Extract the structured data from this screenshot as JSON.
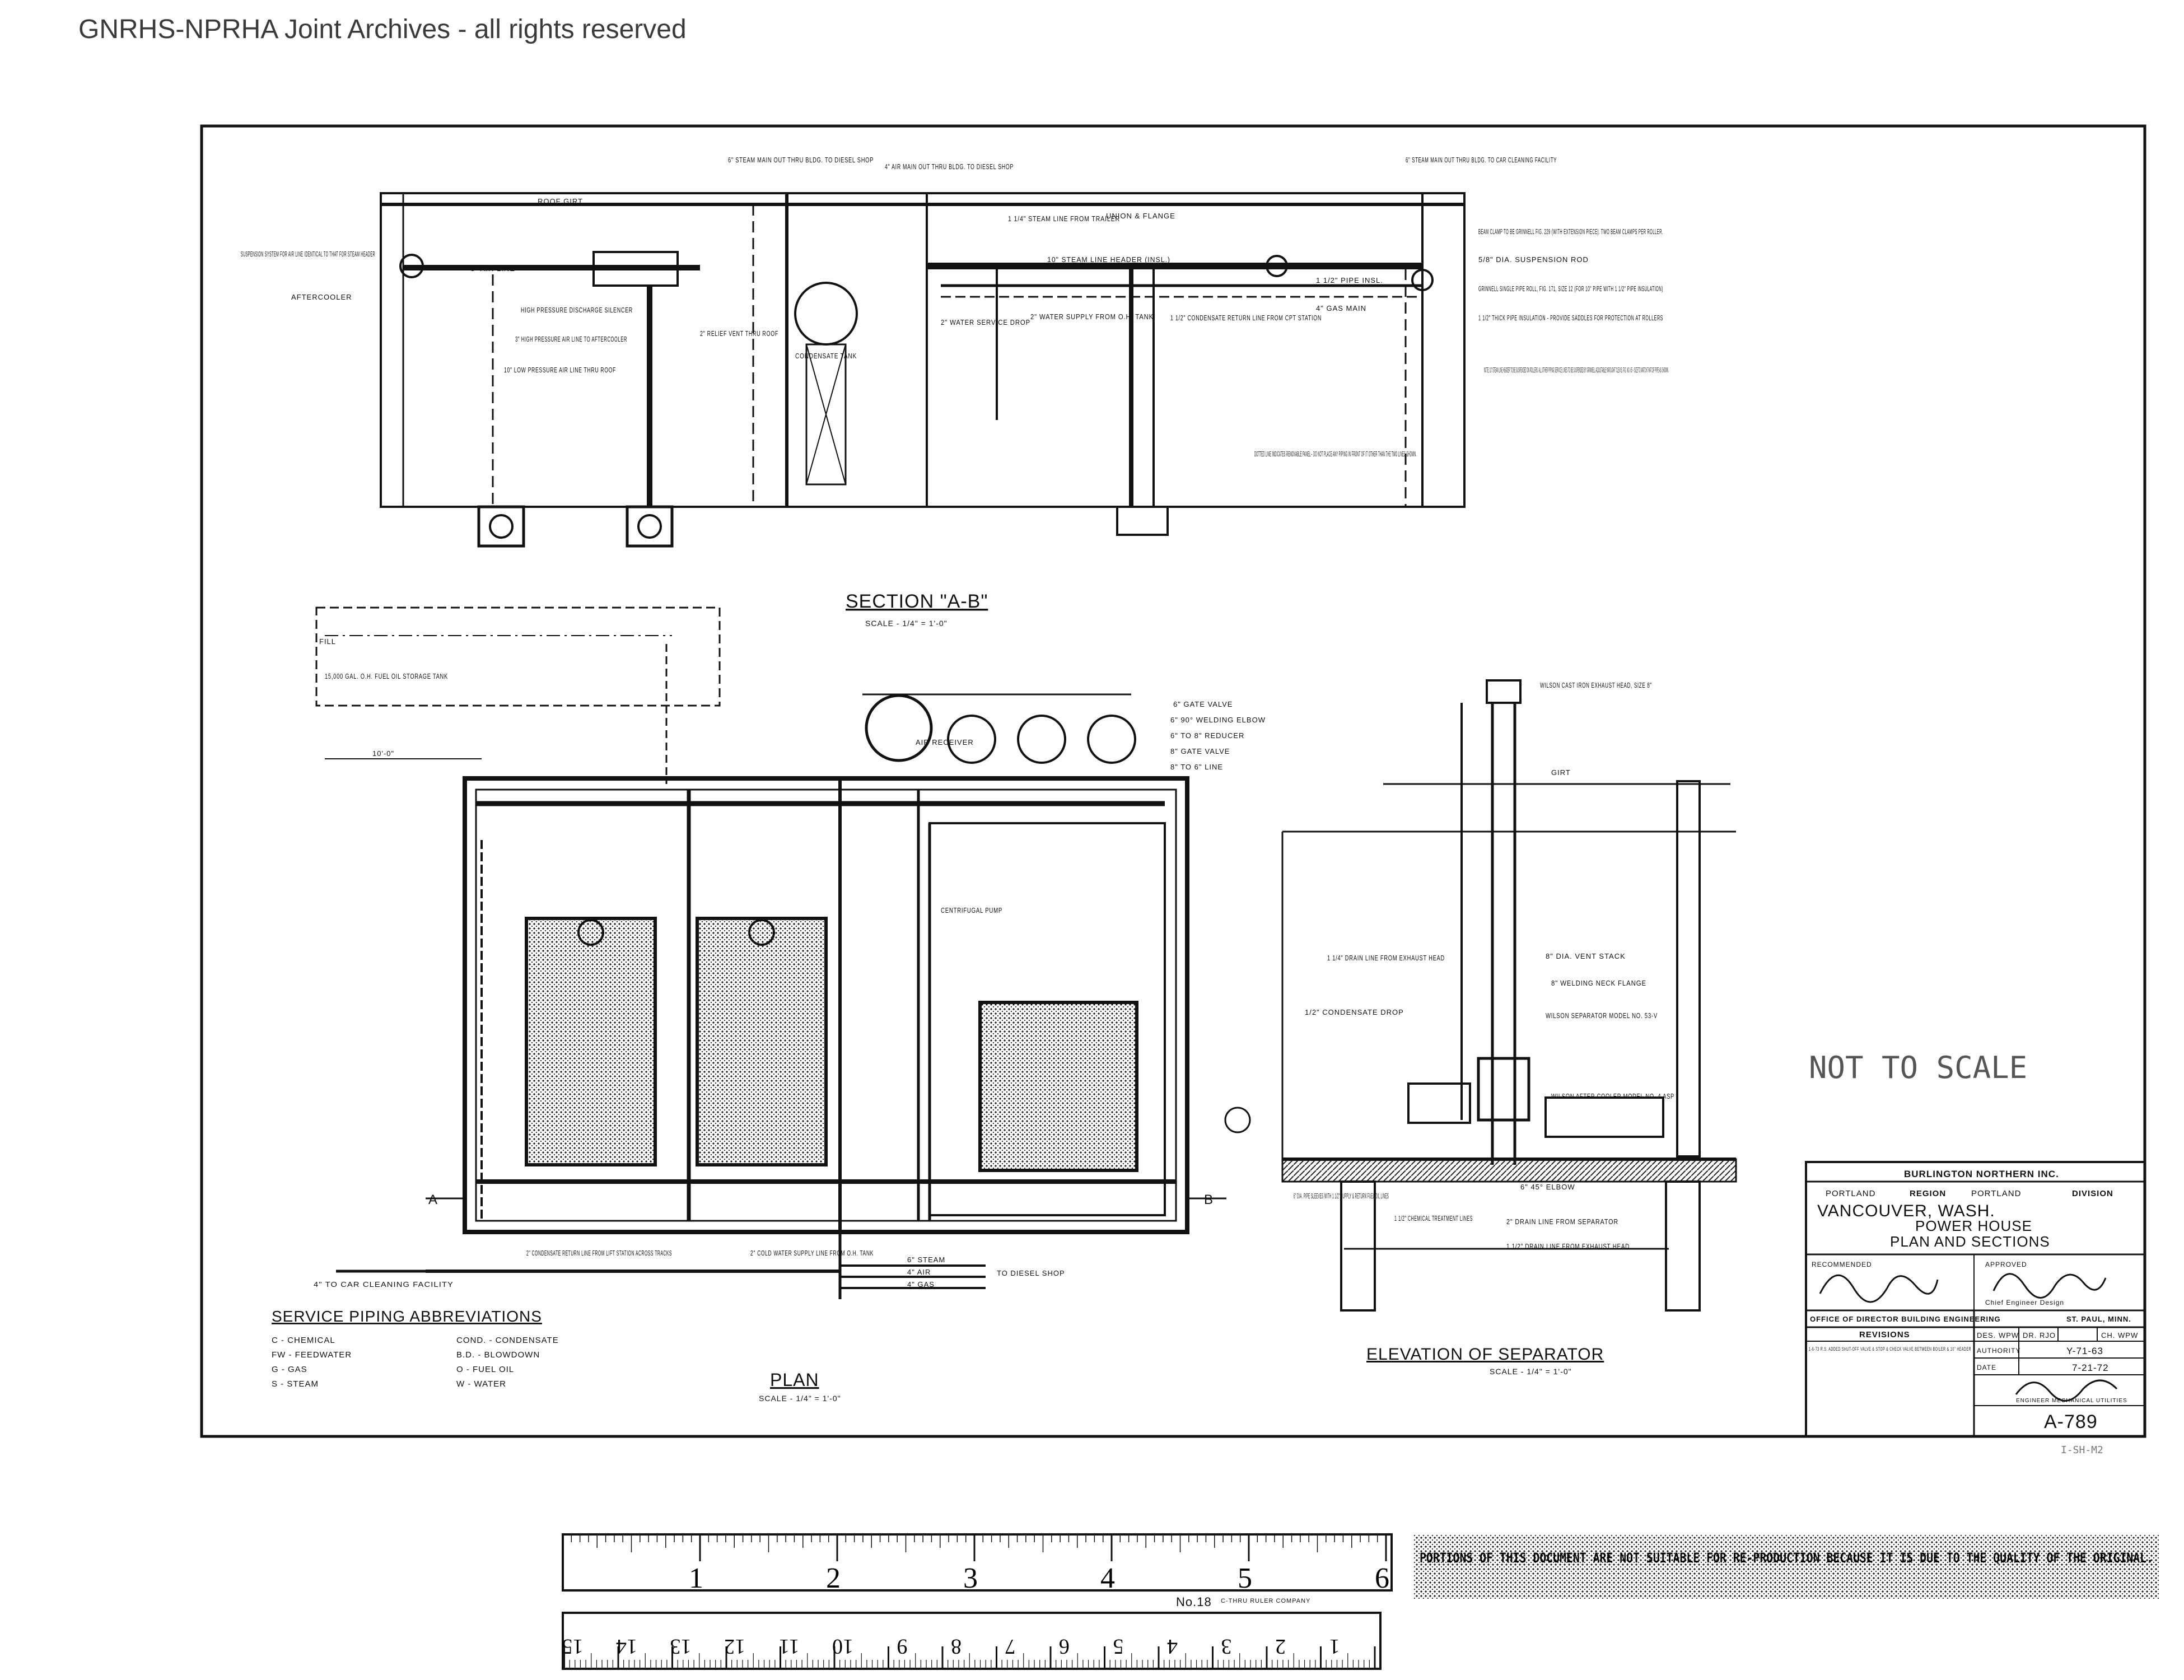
{
  "watermark": "GNRHS-NPRHA Joint Archives - all rights reserved",
  "drawing": {
    "section_ab": {
      "title": "SECTION \"A-B\"",
      "scale": "SCALE - 1/4\" = 1'-0\"",
      "callouts": [
        {
          "text": "ROOF GIRT"
        },
        {
          "text": "SUSPENSION SYSTEM FOR AIR LINE IDENTICAL TO THAT FOR STEAM HEADER"
        },
        {
          "text": "AFTERCOOLER"
        },
        {
          "text": "6\" AIR LINE"
        },
        {
          "text": "HIGH PRESSURE DISCHARGE SILENCER"
        },
        {
          "text": "3\" HIGH PRESSURE AIR LINE TO AFTERCOOLER"
        },
        {
          "text": "10\" LOW PRESSURE AIR LINE THRU ROOF"
        },
        {
          "text": "2\" RELIEF VENT THRU ROOF"
        },
        {
          "text": "6\" STEAM MAIN OUT THRU BLDG. TO DIESEL SHOP"
        },
        {
          "text": "4\" AIR MAIN OUT THRU BLDG. TO DIESEL SHOP"
        },
        {
          "text": "CONDENSATE TANK"
        },
        {
          "text": "2\" WATER SERVICE DROP"
        },
        {
          "text": "2\" WATER SUPPLY FROM O.H. TANK"
        },
        {
          "text": "1 1/4\" STEAM LINE FROM TRAILER"
        },
        {
          "text": "UNION & FLANGE"
        },
        {
          "text": "10\" STEAM LINE HEADER (INSL.)"
        },
        {
          "text": "1 1/2\" CONDENSATE RETURN LINE FROM CPT STATION"
        },
        {
          "text": "6\" STEAM MAIN OUT THRU BLDG. TO CAR CLEANING FACILITY"
        },
        {
          "text": "BEAM CLAMP TO BE GRINNELL FIG. 229 (WITH EXTENSION PIECE). TWO BEAM CLAMPS PER ROLLER."
        },
        {
          "text": "5/8\" DIA. SUSPENSION ROD"
        },
        {
          "text": "GRINNELL SINGLE PIPE ROLL, FIG. 171, SIZE 12 (FOR 10\" PIPE WITH 1 1/2\" PIPE INSULATION)"
        },
        {
          "text": "1 1/2\" THICK PIPE INSULATION - PROVIDE SADDLES FOR PROTECTION AT ROLLERS"
        },
        {
          "text": "4\" GAS MAIN"
        },
        {
          "text": "1 1/2\" PIPE INSL."
        },
        {
          "text": "NOTE: 10\" STEAM LINE HEADER TO BE SUSPENDED ON ROLLERS. ALL OTHER PIPING SERVICE LINES TO BE SUSPENDED BY GRINNELL ADJUSTABLE WROUGHT CLEVIS, FIG. NO. 65 - SIZE TO MATCH THAT OF PIPE AS SHOWN."
        },
        {
          "text": "DOTTED LINE INDICATES REMOVABLE PANEL - DO NOT PLACE ANY PIPING IN FRONT OF IT OTHER THAN THE TWO LINES SHOWN."
        }
      ]
    },
    "plan": {
      "title": "PLAN",
      "scale": "SCALE - 1/4\" = 1'-0\"",
      "callouts": [
        {
          "text": "FILL"
        },
        {
          "text": "15,000 GAL. O.H. FUEL OIL STORAGE TANK"
        },
        {
          "text": "10'-0\""
        },
        {
          "text": "AIR RECEIVER"
        },
        {
          "text": "6\" GATE VALVE"
        },
        {
          "text": "6\" 90° WELDING ELBOW"
        },
        {
          "text": "6\" TO 8\" REDUCER"
        },
        {
          "text": "8\" GATE VALVE"
        },
        {
          "text": "8\" TO 6\" LINE"
        },
        {
          "text": "CENTRIFUGAL PUMP"
        },
        {
          "text": "4\" TO CAR CLEANING FACILITY"
        },
        {
          "text": "2\" CONDENSATE RETURN LINE FROM LIFT STATION ACROSS TRACKS"
        },
        {
          "text": "2\" COLD WATER SUPPLY LINE FROM O.H. TANK"
        },
        {
          "text": "6\" STEAM"
        },
        {
          "text": "4\" AIR"
        },
        {
          "text": "4\" GAS"
        },
        {
          "text": "TO DIESEL SHOP"
        }
      ]
    },
    "elevation": {
      "title": "ELEVATION OF SEPARATOR",
      "scale": "SCALE - 1/4\" = 1'-0\"",
      "callouts": [
        {
          "text": "WILSON CAST IRON EXHAUST HEAD, SIZE 8\""
        },
        {
          "text": "GIRT"
        },
        {
          "text": "1 1/4\" DRAIN LINE FROM EXHAUST HEAD"
        },
        {
          "text": "8\" DIA. VENT STACK"
        },
        {
          "text": "8\" WELDING NECK FLANGE"
        },
        {
          "text": "WILSON SEPARATOR MODEL NO. 53-V"
        },
        {
          "text": "1/2\" CONDENSATE DROP"
        },
        {
          "text": "WILSON AFTER COOLER MODEL NO. 4 ASP"
        },
        {
          "text": "6\" DIA. PIPE SLEEVES WITH 1 1/2\" SUPPLY & RETURN FUEL OIL LINES"
        },
        {
          "text": "1 1/2\" CHEMICAL TREATMENT LINES"
        },
        {
          "text": "6\" 45° ELBOW"
        },
        {
          "text": "2\" DRAIN LINE FROM SEPARATOR"
        },
        {
          "text": "1 1/2\" DRAIN LINE FROM EXHAUST HEAD"
        }
      ]
    },
    "marks": {
      "section_left": "A",
      "section_right": "B"
    },
    "abbreviations": {
      "title": "SERVICE PIPING ABBREVIATIONS",
      "items": [
        {
          "label": "C - CHEMICAL"
        },
        {
          "label": "COND. - CONDENSATE"
        },
        {
          "label": "FW - FEEDWATER"
        },
        {
          "label": "B.D. - BLOWDOWN"
        },
        {
          "label": "G - GAS"
        },
        {
          "label": "O - FUEL OIL"
        },
        {
          "label": "S - STEAM"
        },
        {
          "label": "W - WATER"
        }
      ]
    },
    "stamp": "NOT TO SCALE",
    "title_block": {
      "company": "BURLINGTON NORTHERN INC.",
      "region_left": "PORTLAND",
      "region_label": "REGION",
      "division_left": "PORTLAND",
      "division_label": "DIVISION",
      "title_line1": "VANCOUVER, WASH.",
      "title_line2": "POWER HOUSE",
      "title_line3": "PLAN AND SECTIONS",
      "recommended_label": "RECOMMENDED",
      "approved_label": "APPROVED",
      "chief_label": "Chief Engineer Design",
      "office": "OFFICE OF DIRECTOR BUILDING ENGINEERING",
      "city": "ST. PAUL, MINN.",
      "revisions_label": "REVISIONS",
      "revision_note": "1-6-73 R.S. ADDED SHUT-OFF VALVE & STOP & CHECK VALVE BETWEEN BOILER & 10\" HEADER",
      "des": "DES. WPW",
      "dr": "DR. RJO",
      "ch": "CH. WPW",
      "authority_label": "AUTHORITY",
      "authority": "Y-71-63",
      "date_label": "DATE",
      "date": "7-21-72",
      "engineer": "ENGINEER MECHANICAL UTILITIES",
      "drawing_no": "A-789",
      "sheet_ref": "I-SH-M2"
    },
    "ruler": {
      "inches": [
        "1",
        "2",
        "3",
        "4",
        "5",
        "6"
      ],
      "cm": [
        "1",
        "2",
        "3",
        "4",
        "5",
        "6",
        "7",
        "8",
        "9",
        "10",
        "11",
        "12",
        "13",
        "14",
        "15"
      ],
      "model": "No.18",
      "maker": "C-THRU RULER COMPANY"
    },
    "notice": "PORTIONS OF THIS DOCUMENT ARE NOT SUITABLE FOR RE-PRODUCTION BECAUSE IT IS DUE TO THE QUALITY OF THE ORIGINAL."
  }
}
